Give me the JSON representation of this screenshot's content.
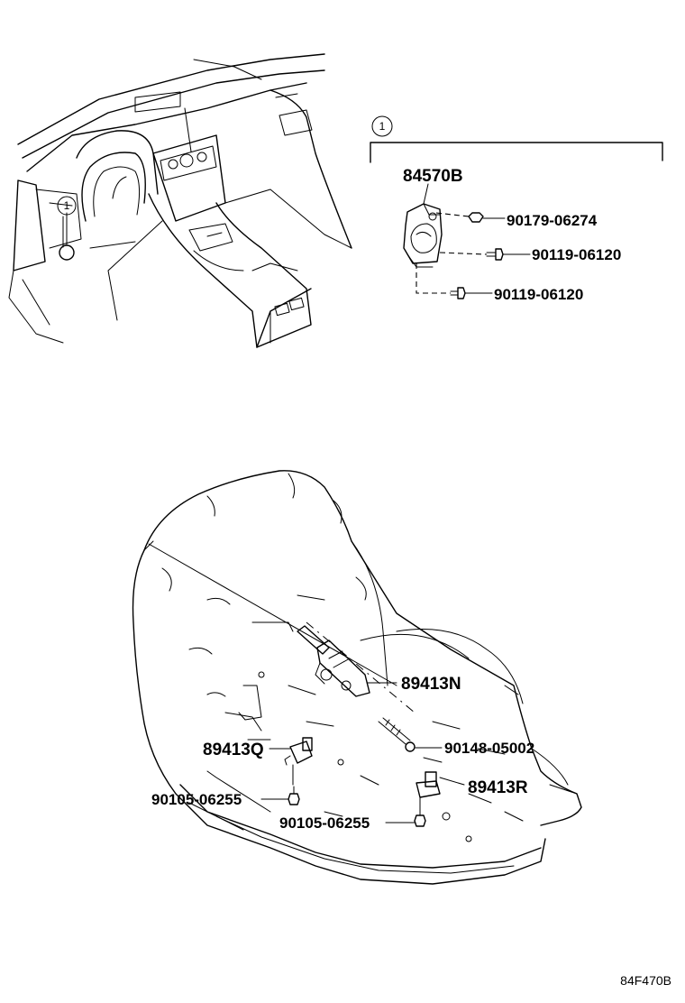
{
  "callouts": {
    "detail_marker": "1",
    "dashboard_marker": "1"
  },
  "parts": {
    "sensor_assy": "84570B",
    "nut": "90179-06274",
    "bolt_upper": "90119-06120",
    "bolt_lower": "90119-06120",
    "sensor_n": "89413N",
    "sensor_q": "89413Q",
    "bolt_stud": "90148-05002",
    "sensor_r": "89413R",
    "bolt_q": "90105-06255",
    "bolt_r": "90105-06255"
  },
  "diagram_id": "84F470B"
}
